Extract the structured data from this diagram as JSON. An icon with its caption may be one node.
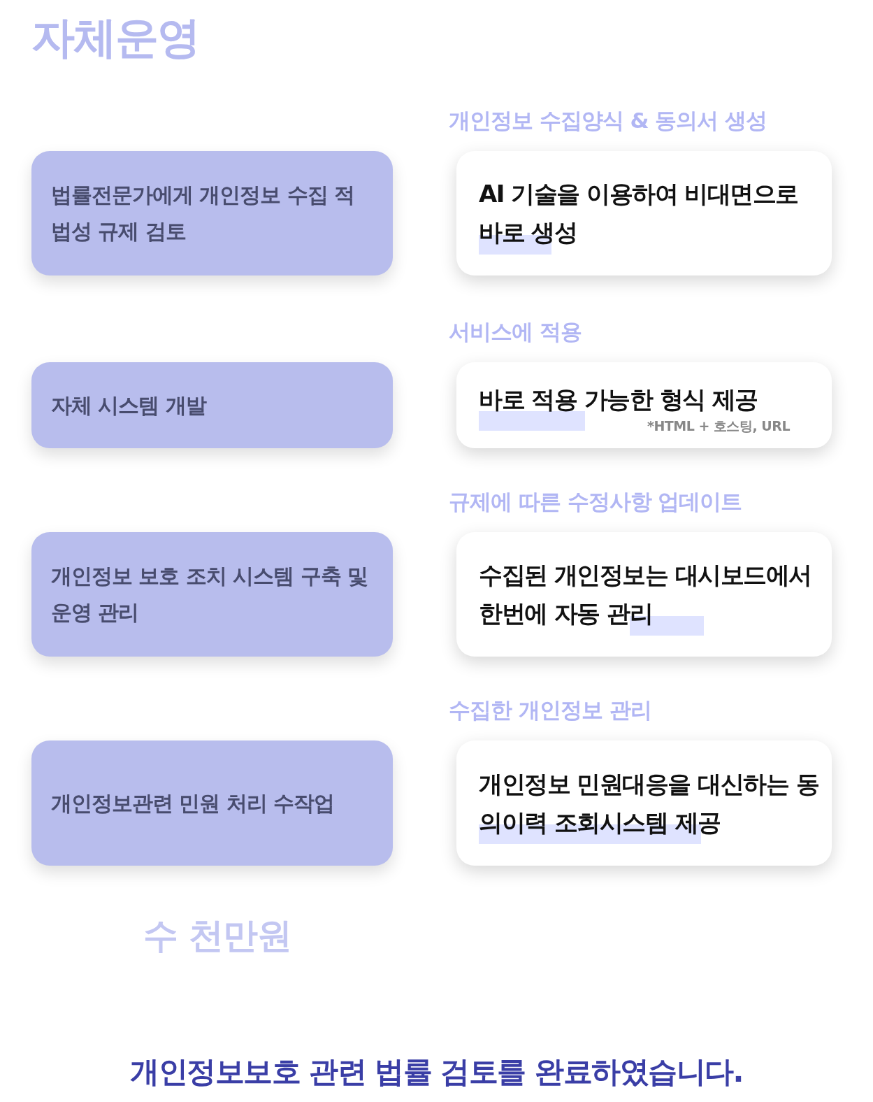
{
  "diagram": {
    "title": "자체운영",
    "nodes": [
      {
        "text": [
          "법률전문가에게 개인정보 수집 적법성 규제 검토"
        ]
      },
      {
        "text": [
          "개인정보 수집양식 & 동의서 생성",
          "AI 기술을 이용하여 비대면으로 바로 생성"
        ]
      },
      {
        "text": [
          "자체 시스템 개발"
        ]
      },
      {
        "text": [
          "서비스에 적용",
          "바로 적용 가능한 형식 제공",
          "*HTML + 호스팅, URL"
        ]
      },
      {
        "text": [
          "개인정보 보호 조치 시스템 구축 및 운영 관리"
        ]
      },
      {
        "text": [
          "규제에 따른 수정사항 업데이트",
          "수집된 개인정보는 대시보드에서 한번에 자동 관리"
        ]
      },
      {
        "text": [
          "개인정보관련 민원 처리 수작업"
        ]
      },
      {
        "text": [
          "수집한 개인정보 관리",
          "개인정보 민원대응을 대신하는 동의이력 조회시스템 제공"
        ]
      }
    ],
    "labels": [
      "수 천만원"
    ],
    "caption": "개인정보보호 관련 법률 검토를 완료하였습니다."
  }
}
